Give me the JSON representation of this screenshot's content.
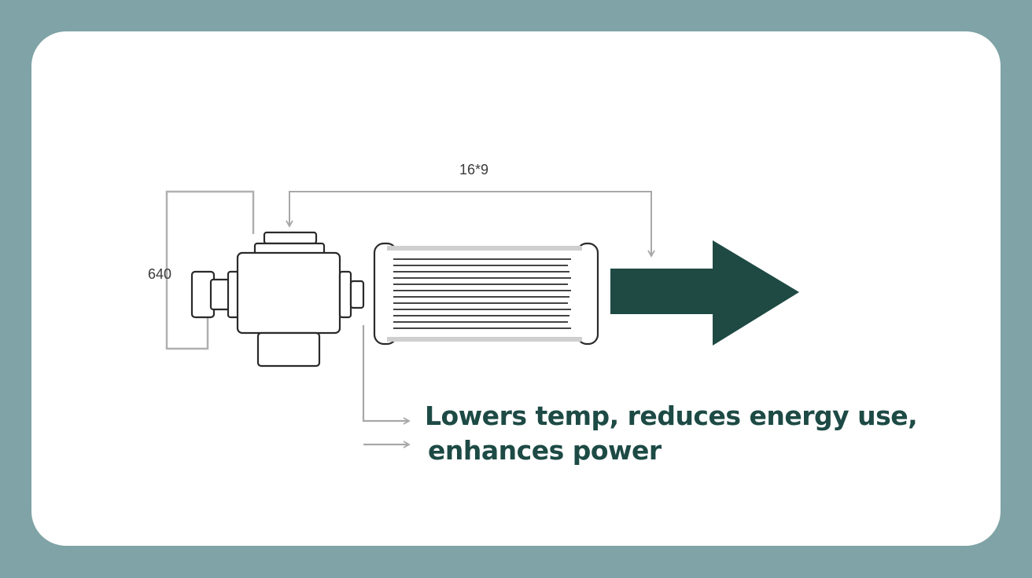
{
  "diagram": {
    "top_dimension": "16*9",
    "side_dimension": "640",
    "caption_line1": "Lowers temp, reduces energy use,",
    "caption_line2": "enhances power"
  },
  "colors": {
    "background": "#7fa3a6",
    "card": "#ffffff",
    "arrow": "#1f4a44",
    "caption_text": "#1d4a45",
    "line_gray": "#a8a8a8",
    "outline": "#2a2a2a"
  }
}
